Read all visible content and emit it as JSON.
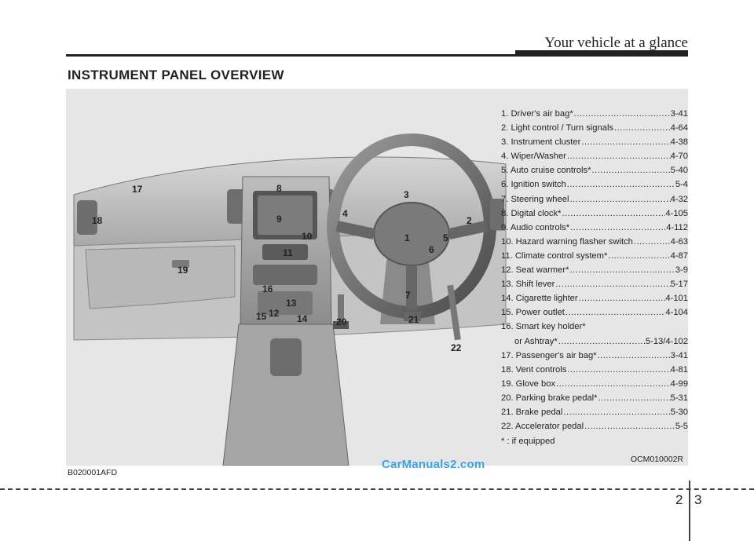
{
  "header": {
    "title": "Your vehicle at a glance"
  },
  "section_title": "INSTRUMENT PANEL OVERVIEW",
  "legend": [
    {
      "label": "1. Driver's air bag*",
      "page": "3-41"
    },
    {
      "label": "2. Light control / Turn signals",
      "page": "4-64"
    },
    {
      "label": "3. Instrument cluster",
      "page": "4-38"
    },
    {
      "label": "4. Wiper/Washer",
      "page": "4-70"
    },
    {
      "label": "5. Auto cruise controls*",
      "page": "5-40"
    },
    {
      "label": "6. Ignition switch",
      "page": "5-4"
    },
    {
      "label": "7. Steering wheel",
      "page": "4-32"
    },
    {
      "label": "8. Digital clock*",
      "page": "4-105"
    },
    {
      "label": "9. Audio controls*",
      "page": "4-112"
    },
    {
      "label": "10. Hazard warning flasher switch",
      "page": "4-63"
    },
    {
      "label": "11. Climate control system*",
      "page": "4-87"
    },
    {
      "label": "12. Seat warmer*",
      "page": "3-9"
    },
    {
      "label": "13. Shift lever",
      "page": "5-17"
    },
    {
      "label": "14. Cigarette lighter",
      "page": "4-101"
    },
    {
      "label": "15. Power outlet",
      "page": "4-104"
    }
  ],
  "legend_smart_key": {
    "label": "16. Smart key holder*",
    "sub_label": "or Ashtray*",
    "page": "5-13/4-102"
  },
  "legend_tail": [
    {
      "label": "17. Passenger's air bag*",
      "page": "3-41"
    },
    {
      "label": "18. Vent controls",
      "page": "4-81"
    },
    {
      "label": "19. Glove box",
      "page": "4-99"
    },
    {
      "label": "20. Parking brake pedal*",
      "page": "5-31"
    },
    {
      "label": "21. Brake pedal",
      "page": "5-30"
    },
    {
      "label": "22. Accelerator pedal",
      "page": "5-5"
    }
  ],
  "legend_note": "* : if equipped",
  "callouts": [
    "1",
    "2",
    "3",
    "4",
    "5",
    "6",
    "7",
    "8",
    "9",
    "10",
    "11",
    "12",
    "13",
    "14",
    "15",
    "16",
    "17",
    "18",
    "19",
    "20",
    "21",
    "22"
  ],
  "figure_code_right": "OCM010002R",
  "figure_code_left": "B020001AFD",
  "watermark": "CarManuals2.com",
  "page_numbers": {
    "left": "2",
    "right": "3"
  }
}
